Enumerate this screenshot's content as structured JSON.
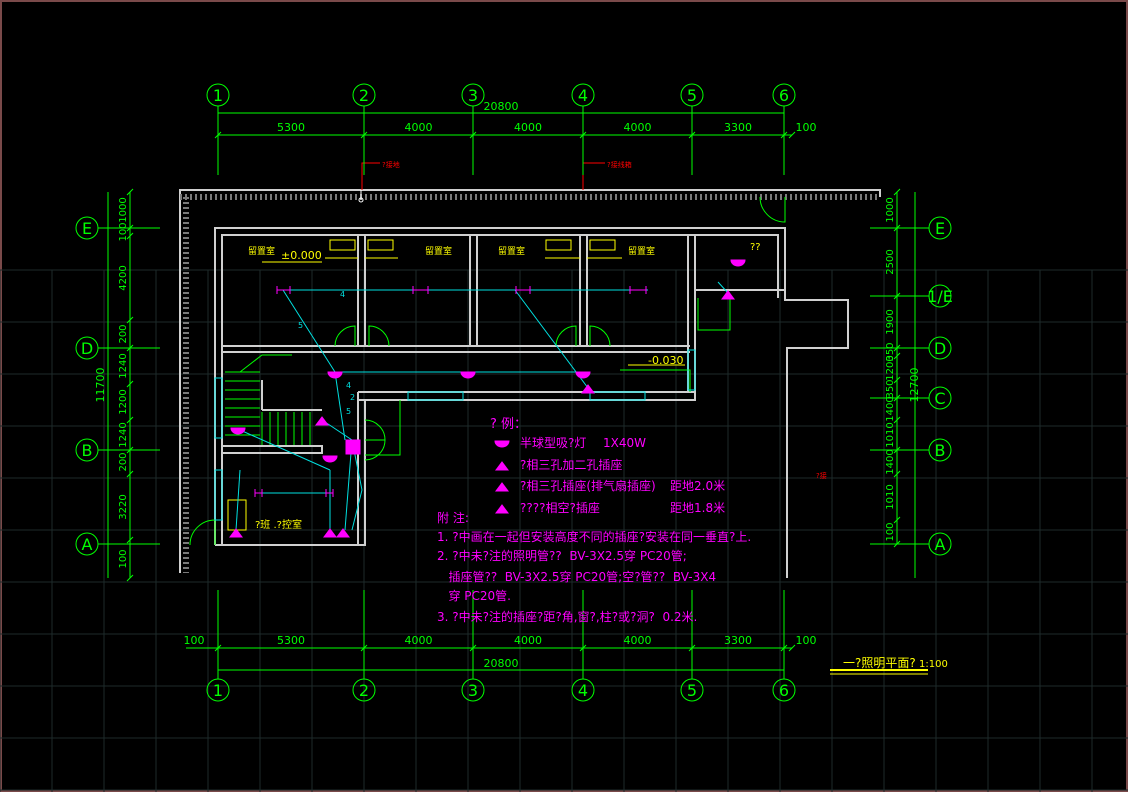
{
  "colors": {
    "background": "#000000",
    "grid": "#1e2a2a",
    "axis": "#00ff00",
    "dimension": "#00ff00",
    "wall": "#d0d0d0",
    "fixture": "#ff00ff",
    "wire": "#00e0e0",
    "room_label": "#ffff00",
    "note": "#ff00ff",
    "title": "#ffff00",
    "leader": "#ff0000"
  },
  "axes_top": [
    "1",
    "2",
    "3",
    "4",
    "5",
    "6"
  ],
  "axes_bottom": [
    "1",
    "2",
    "3",
    "4",
    "5",
    "6"
  ],
  "axes_left": [
    "E",
    "D",
    "B",
    "A"
  ],
  "axes_right": [
    "E",
    "1/E",
    "D",
    "C",
    "B",
    "A"
  ],
  "dims_top": {
    "total": "20800",
    "segments": [
      "5300",
      "4000",
      "4000",
      "4000",
      "3300",
      "100"
    ]
  },
  "dims_bottom": {
    "total": "20800",
    "lead": "100",
    "segments": [
      "5300",
      "4000",
      "4000",
      "4000",
      "3300",
      "100"
    ]
  },
  "dims_left": {
    "total": "11700",
    "segments": [
      "1000",
      "100",
      "4200",
      "200",
      "1240",
      "1200",
      "1240",
      "200",
      "3220",
      "100"
    ]
  },
  "dims_right": {
    "total": "12700",
    "segments": [
      "1000",
      "2500",
      "1900",
      "350",
      "1200",
      "350",
      "1400",
      "1010",
      "1400",
      "1010",
      "100"
    ]
  },
  "rooms": {
    "r1": "留置室",
    "r2": "留置室",
    "r3": "留置室",
    "r4": "留置室",
    "wc": "??",
    "control": "?班 .?控室"
  },
  "levels": {
    "l1": "±0.000",
    "l2": "-0.030"
  },
  "wire_nums": {
    "w4": "4",
    "w5": "5",
    "w4b": "4",
    "w2": "2",
    "w5b": "5"
  },
  "leaders": {
    "top1": "?接地",
    "top2": "?接线箱",
    "right": "?接"
  },
  "legend": {
    "title": "?  例：",
    "items": [
      {
        "label": "半球型吸?灯",
        "spec": "1X40W"
      },
      {
        "label": "?相三孔加二孔插座",
        "spec": ""
      },
      {
        "label": "?相三孔插座(排气扇插座)",
        "spec": "距地2.0米"
      },
      {
        "label": "????相空?插座",
        "spec": "距地1.8米"
      }
    ]
  },
  "notes": {
    "heading": "附    注:",
    "lines": [
      "1. ?中画在一起但安装高度不同的插座?安装在同一垂直?上.",
      "2. ?中未?注的照明管??  BV-3X2.5穿 PC20管;",
      "   插座管??  BV-3X2.5穿 PC20管;空?管??  BV-3X4",
      "   穿 PC20管.",
      "3. ?中未?注的插座?距?角,窗?,柱?或?洞?  0.2米."
    ]
  },
  "drawing_title": {
    "name": "一?照明平面?",
    "scale": "1:100"
  }
}
